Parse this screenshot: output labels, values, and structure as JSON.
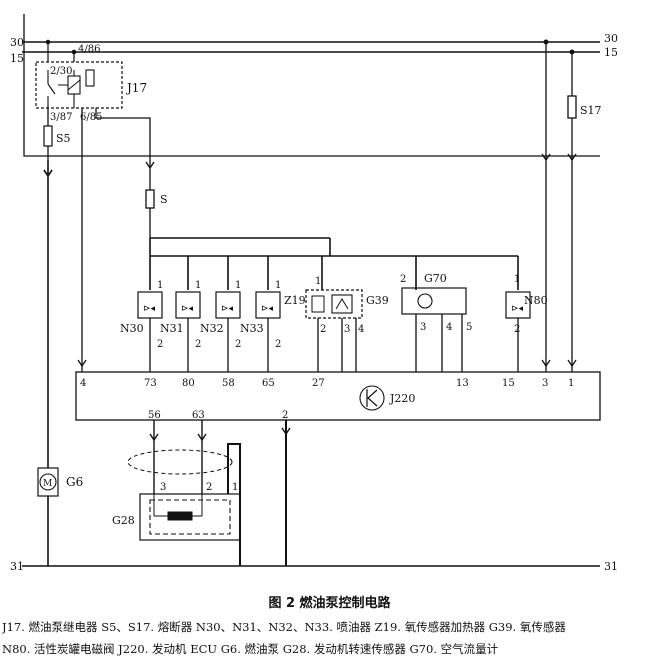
{
  "rails": {
    "r30": "30",
    "r15": "15",
    "r31": "31"
  },
  "relay": {
    "name": "J17",
    "pin_2_30": "2/30",
    "pin_4_86": "4/86",
    "pin_3_87": "3/87",
    "pin_6_85": "6/85"
  },
  "fuses": {
    "s5": "S5",
    "s17": "S17",
    "s": "S"
  },
  "components": {
    "n30": "N30",
    "n31": "N31",
    "n32": "N32",
    "n33": "N33",
    "z19": "Z19",
    "g39": "G39",
    "g70": "G70",
    "n80": "N80",
    "ecu": "J220",
    "g6": "G6",
    "g28": "G28"
  },
  "pins": {
    "p1": "1",
    "p2": "2",
    "p3": "3",
    "p4": "4",
    "p5": "5"
  },
  "ecu_pins": {
    "top": [
      "4",
      "73",
      "80",
      "58",
      "65",
      "27",
      "13",
      "15",
      "3",
      "1"
    ],
    "bottom": [
      "56",
      "63",
      "2"
    ]
  },
  "caption": {
    "title": "图 2   燃油泵控制电路",
    "line1": "J17. 燃油泵继电器    S5、S17. 熔断器    N30、N31、N32、N33. 喷油器    Z19. 氧传感器加热器    G39. 氧传感器",
    "line2": "N80. 活性炭罐电磁阀    J220. 发动机 ECU    G6. 燃油泵    G28. 发动机转速传感器    G70. 空气流量计"
  }
}
